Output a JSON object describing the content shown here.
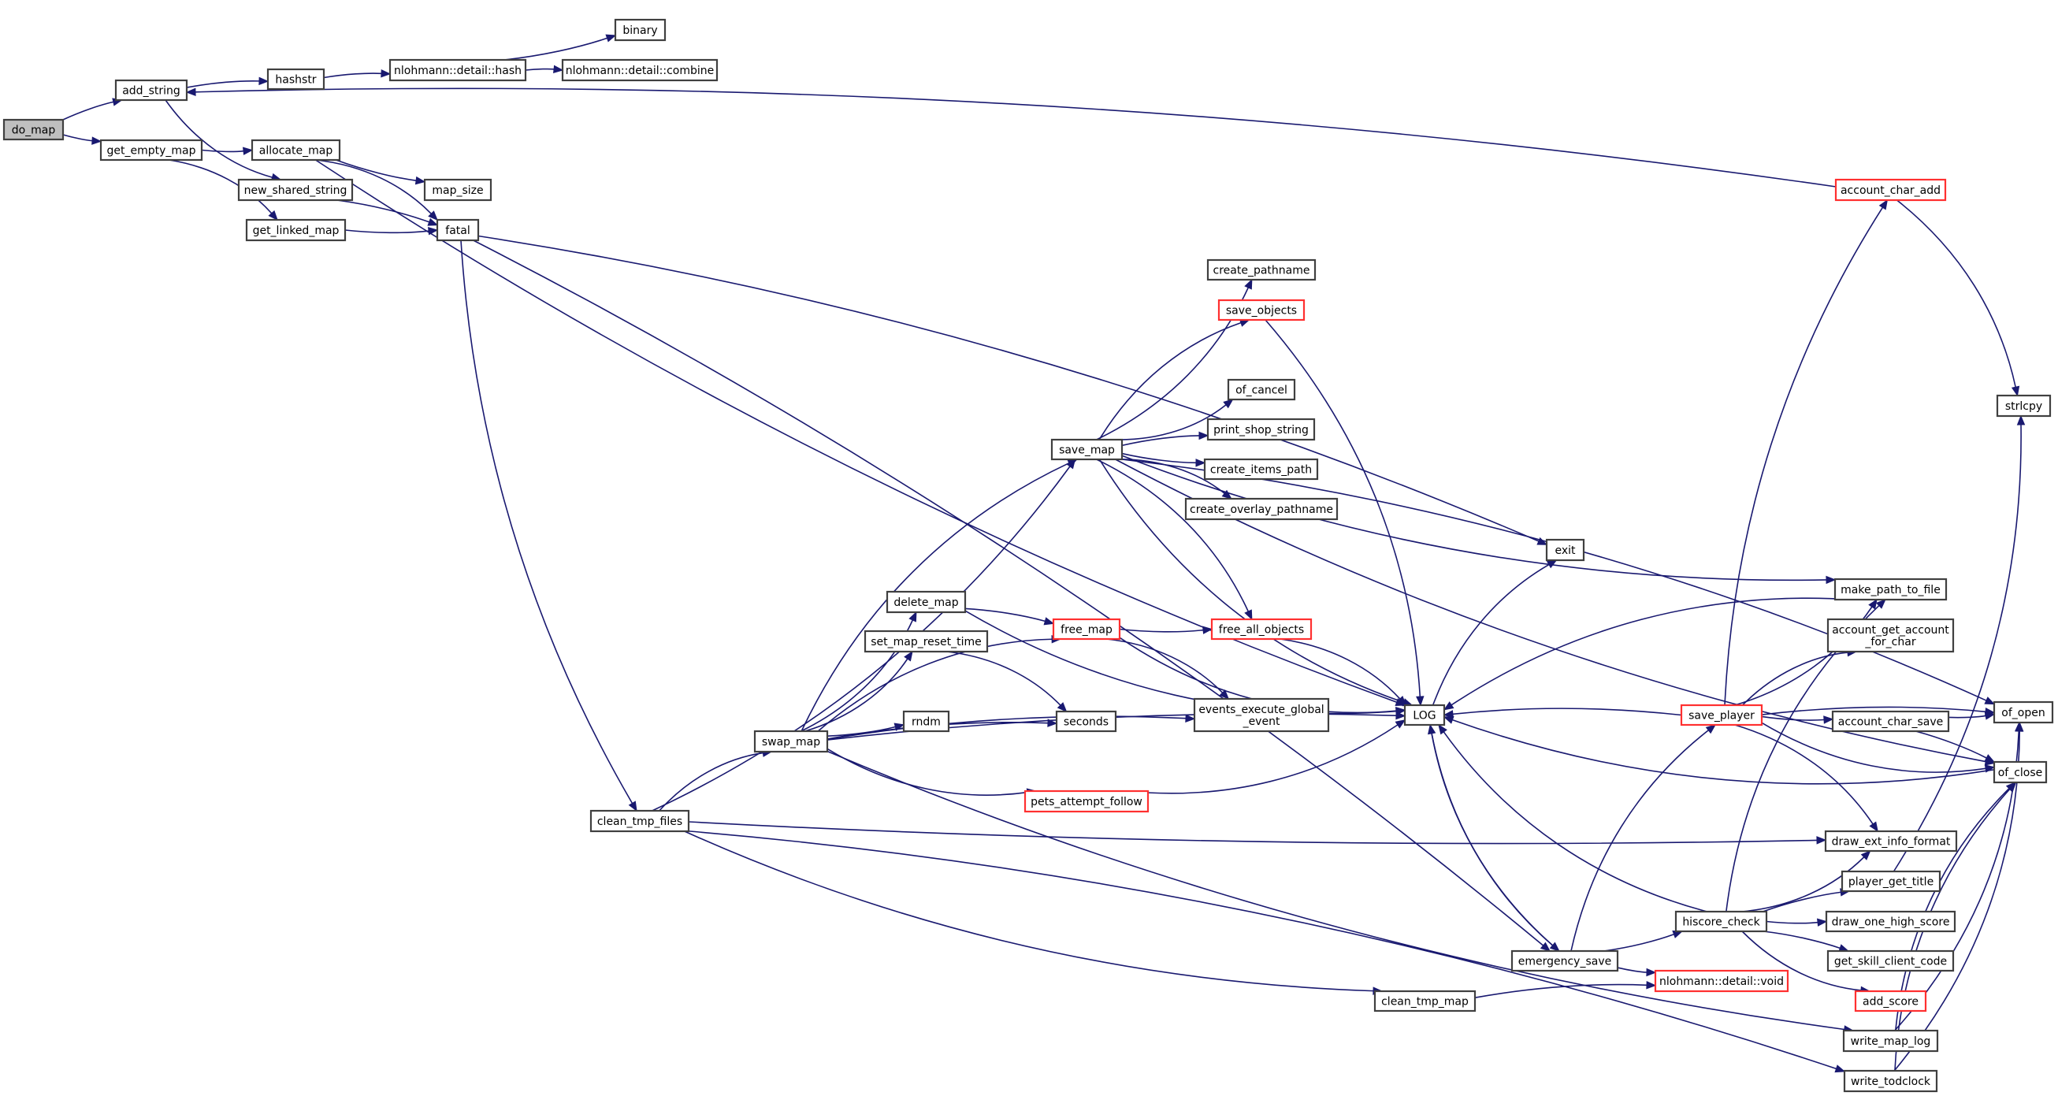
{
  "graph": {
    "title": "do_map call graph",
    "colors": {
      "edge": "#191970",
      "node_border": "#404040",
      "truncated_border": "#ff3030",
      "root_fill": "#bfbfbf"
    },
    "nodes": [
      {
        "id": "do_map",
        "label": "do_map",
        "kind": "root"
      },
      {
        "id": "add_string",
        "label": "add_string"
      },
      {
        "id": "get_empty_map",
        "label": "get_empty_map"
      },
      {
        "id": "hashstr",
        "label": "hashstr"
      },
      {
        "id": "nlohmann_hash",
        "label": "nlohmann::detail::hash"
      },
      {
        "id": "binary",
        "label": "binary"
      },
      {
        "id": "nlohmann_combine",
        "label": "nlohmann::detail::combine"
      },
      {
        "id": "allocate_map",
        "label": "allocate_map"
      },
      {
        "id": "new_shared_string",
        "label": "new_shared_string"
      },
      {
        "id": "map_size",
        "label": "map_size"
      },
      {
        "id": "get_linked_map",
        "label": "get_linked_map"
      },
      {
        "id": "fatal",
        "label": "fatal"
      },
      {
        "id": "account_char_add",
        "label": "account_char_add",
        "kind": "truncated"
      },
      {
        "id": "create_pathname",
        "label": "create_pathname"
      },
      {
        "id": "save_objects",
        "label": "save_objects",
        "kind": "truncated"
      },
      {
        "id": "of_cancel",
        "label": "of_cancel"
      },
      {
        "id": "print_shop_string",
        "label": "print_shop_string"
      },
      {
        "id": "save_map",
        "label": "save_map"
      },
      {
        "id": "create_items_path",
        "label": "create_items_path"
      },
      {
        "id": "create_overlay_pathname",
        "label": "create_overlay_pathname"
      },
      {
        "id": "strlcpy",
        "label": "strlcpy"
      },
      {
        "id": "exit",
        "label": "exit"
      },
      {
        "id": "make_path_to_file",
        "label": "make_path_to_file"
      },
      {
        "id": "delete_map",
        "label": "delete_map"
      },
      {
        "id": "free_map",
        "label": "free_map",
        "kind": "truncated"
      },
      {
        "id": "free_all_objects",
        "label": "free_all_objects",
        "kind": "truncated"
      },
      {
        "id": "account_get_account_for_char",
        "label": "account_get_account\n_for_char"
      },
      {
        "id": "set_map_reset_time",
        "label": "set_map_reset_time"
      },
      {
        "id": "events_execute_global_event",
        "label": "events_execute_global\n_event"
      },
      {
        "id": "LOG",
        "label": "LOG"
      },
      {
        "id": "save_player",
        "label": "save_player",
        "kind": "truncated"
      },
      {
        "id": "account_char_save",
        "label": "account_char_save"
      },
      {
        "id": "of_open",
        "label": "of_open"
      },
      {
        "id": "rndm",
        "label": "rndm"
      },
      {
        "id": "seconds",
        "label": "seconds"
      },
      {
        "id": "swap_map",
        "label": "swap_map"
      },
      {
        "id": "of_close",
        "label": "of_close"
      },
      {
        "id": "pets_attempt_follow",
        "label": "pets_attempt_follow",
        "kind": "truncated"
      },
      {
        "id": "clean_tmp_files",
        "label": "clean_tmp_files"
      },
      {
        "id": "draw_ext_info_format",
        "label": "draw_ext_info_format"
      },
      {
        "id": "player_get_title",
        "label": "player_get_title"
      },
      {
        "id": "hiscore_check",
        "label": "hiscore_check"
      },
      {
        "id": "draw_one_high_score",
        "label": "draw_one_high_score"
      },
      {
        "id": "emergency_save",
        "label": "emergency_save"
      },
      {
        "id": "get_skill_client_code",
        "label": "get_skill_client_code"
      },
      {
        "id": "nlohmann_void",
        "label": "nlohmann::detail::void",
        "kind": "truncated"
      },
      {
        "id": "clean_tmp_map",
        "label": "clean_tmp_map"
      },
      {
        "id": "add_score",
        "label": "add_score",
        "kind": "truncated"
      },
      {
        "id": "write_map_log",
        "label": "write_map_log"
      },
      {
        "id": "write_todclock",
        "label": "write_todclock"
      }
    ],
    "edges": [
      [
        "do_map",
        "add_string"
      ],
      [
        "do_map",
        "get_empty_map"
      ],
      [
        "add_string",
        "hashstr"
      ],
      [
        "add_string",
        "new_shared_string"
      ],
      [
        "hashstr",
        "nlohmann_hash"
      ],
      [
        "nlohmann_hash",
        "binary"
      ],
      [
        "nlohmann_hash",
        "nlohmann_combine"
      ],
      [
        "get_empty_map",
        "allocate_map"
      ],
      [
        "get_empty_map",
        "get_linked_map"
      ],
      [
        "allocate_map",
        "map_size"
      ],
      [
        "allocate_map",
        "fatal"
      ],
      [
        "allocate_map",
        "LOG"
      ],
      [
        "new_shared_string",
        "fatal"
      ],
      [
        "get_linked_map",
        "fatal"
      ],
      [
        "fatal",
        "exit"
      ],
      [
        "fatal",
        "clean_tmp_files"
      ],
      [
        "fatal",
        "emergency_save"
      ],
      [
        "account_char_add",
        "add_string"
      ],
      [
        "account_char_add",
        "strlcpy"
      ],
      [
        "save_map",
        "create_pathname"
      ],
      [
        "save_map",
        "save_objects"
      ],
      [
        "save_map",
        "of_cancel"
      ],
      [
        "save_map",
        "print_shop_string"
      ],
      [
        "save_map",
        "create_items_path"
      ],
      [
        "save_map",
        "create_overlay_pathname"
      ],
      [
        "save_map",
        "LOG"
      ],
      [
        "save_map",
        "free_all_objects"
      ],
      [
        "save_map",
        "make_path_to_file"
      ],
      [
        "save_map",
        "of_open"
      ],
      [
        "save_map",
        "of_close"
      ],
      [
        "save_objects",
        "LOG"
      ],
      [
        "clean_tmp_files",
        "save_map"
      ],
      [
        "clean_tmp_files",
        "swap_map"
      ],
      [
        "clean_tmp_files",
        "clean_tmp_map"
      ],
      [
        "clean_tmp_files",
        "write_todclock"
      ],
      [
        "clean_tmp_files",
        "draw_ext_info_format"
      ],
      [
        "swap_map",
        "save_map"
      ],
      [
        "swap_map",
        "delete_map"
      ],
      [
        "swap_map",
        "free_map"
      ],
      [
        "swap_map",
        "set_map_reset_time"
      ],
      [
        "swap_map",
        "seconds"
      ],
      [
        "swap_map",
        "rndm"
      ],
      [
        "swap_map",
        "events_execute_global_event"
      ],
      [
        "swap_map",
        "pets_attempt_follow"
      ],
      [
        "swap_map",
        "LOG"
      ],
      [
        "swap_map",
        "write_map_log"
      ],
      [
        "delete_map",
        "free_map"
      ],
      [
        "delete_map",
        "LOG"
      ],
      [
        "set_map_reset_time",
        "seconds"
      ],
      [
        "free_map",
        "free_all_objects"
      ],
      [
        "free_map",
        "events_execute_global_event"
      ],
      [
        "free_map",
        "LOG"
      ],
      [
        "free_all_objects",
        "LOG"
      ],
      [
        "pets_attempt_follow",
        "LOG"
      ],
      [
        "LOG",
        "exit"
      ],
      [
        "LOG",
        "emergency_save"
      ],
      [
        "emergency_save",
        "LOG"
      ],
      [
        "emergency_save",
        "hiscore_check"
      ],
      [
        "emergency_save",
        "save_player"
      ],
      [
        "emergency_save",
        "nlohmann_void"
      ],
      [
        "hiscore_check",
        "LOG"
      ],
      [
        "hiscore_check",
        "draw_ext_info_format"
      ],
      [
        "hiscore_check",
        "player_get_title"
      ],
      [
        "hiscore_check",
        "draw_one_high_score"
      ],
      [
        "hiscore_check",
        "get_skill_client_code"
      ],
      [
        "hiscore_check",
        "add_score"
      ],
      [
        "hiscore_check",
        "make_path_to_file"
      ],
      [
        "save_player",
        "LOG"
      ],
      [
        "save_player",
        "account_char_add"
      ],
      [
        "save_player",
        "make_path_to_file"
      ],
      [
        "save_player",
        "account_get_account_for_char"
      ],
      [
        "save_player",
        "account_char_save"
      ],
      [
        "save_player",
        "of_open"
      ],
      [
        "save_player",
        "of_close"
      ],
      [
        "save_player",
        "draw_ext_info_format"
      ],
      [
        "account_char_save",
        "of_open"
      ],
      [
        "account_char_save",
        "of_close"
      ],
      [
        "make_path_to_file",
        "LOG"
      ],
      [
        "of_close",
        "LOG"
      ],
      [
        "player_get_title",
        "strlcpy"
      ],
      [
        "clean_tmp_map",
        "nlohmann_void"
      ],
      [
        "write_map_log",
        "of_open"
      ],
      [
        "write_map_log",
        "of_close"
      ],
      [
        "write_todclock",
        "of_open"
      ],
      [
        "write_todclock",
        "of_close"
      ]
    ]
  }
}
